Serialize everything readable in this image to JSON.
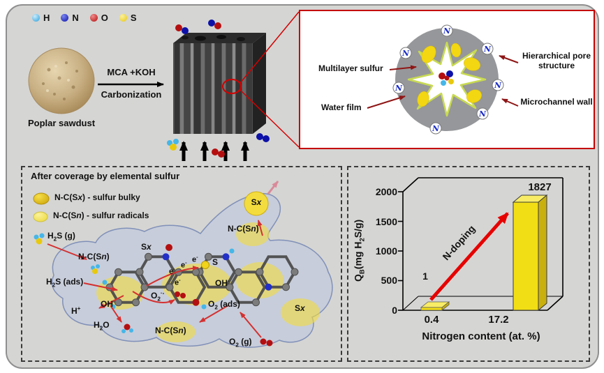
{
  "atom_legend": {
    "items": [
      {
        "label": "H",
        "color": "#2da0dc"
      },
      {
        "label": "N",
        "color": "#0d11a8"
      },
      {
        "label": "O",
        "color": "#b40f10"
      },
      {
        "label": "S",
        "color": "#e8c90d"
      }
    ]
  },
  "synthesis": {
    "material_label": "Poplar sawdust",
    "reaction_top": "MCA +KOH",
    "reaction_bottom": "Carbonization"
  },
  "inset": {
    "label_multilayer_sulfur": "Multilayer sulfur",
    "label_hierarchical_pore": "Hierarchical pore structure",
    "label_water_film": "Water film",
    "label_microchannel_wall": "Microchannel wall",
    "n_site_label": "N"
  },
  "mechanism": {
    "title": "After coverage by elemental sulfur",
    "legend_bulky": "N-C(S<i>x</i>) - sulfur bulky",
    "legend_radicals": "N-C(S<i>n</i>) - sulfur radicals",
    "labels": {
      "h2s_gas": "H<sub>2</sub>S (g)",
      "h2s_ads": "H<sub>2</sub>S (ads)",
      "ncsn": "N-C(S<i>n</i>)",
      "h_plus": "H<sup>+</sup>",
      "hydroxide": "OH<sup>-</sup>",
      "h2o": "H<sub>2</sub>O",
      "electron": "e<sup>-</sup>",
      "s_atom": "S",
      "superoxide": "O<sub>2</sub><sup>&#183;-</sup>",
      "o2_ads": "O<sub>2</sub> (ads)",
      "o2_gas": "O<sub>2</sub> (g)",
      "sx": "S<i>x</i>"
    }
  },
  "chart_data": {
    "type": "bar",
    "categories": [
      "0.4",
      "17.2"
    ],
    "values": [
      1,
      1827
    ],
    "xlabel": "Nitrogen content (at. %)",
    "ylabel": "QB(mg H2S/g)",
    "ylabel_html": "Q<sub>B</sub>(mg H<sub>2</sub>S/g)",
    "yticks": [
      0,
      500,
      1000,
      1500,
      2000
    ],
    "ylim": [
      0,
      2000
    ],
    "annotation": "N-doping",
    "legend_position": "none",
    "grid": false,
    "bar_color": "#f2de14",
    "arrow_color": "#e60000"
  }
}
